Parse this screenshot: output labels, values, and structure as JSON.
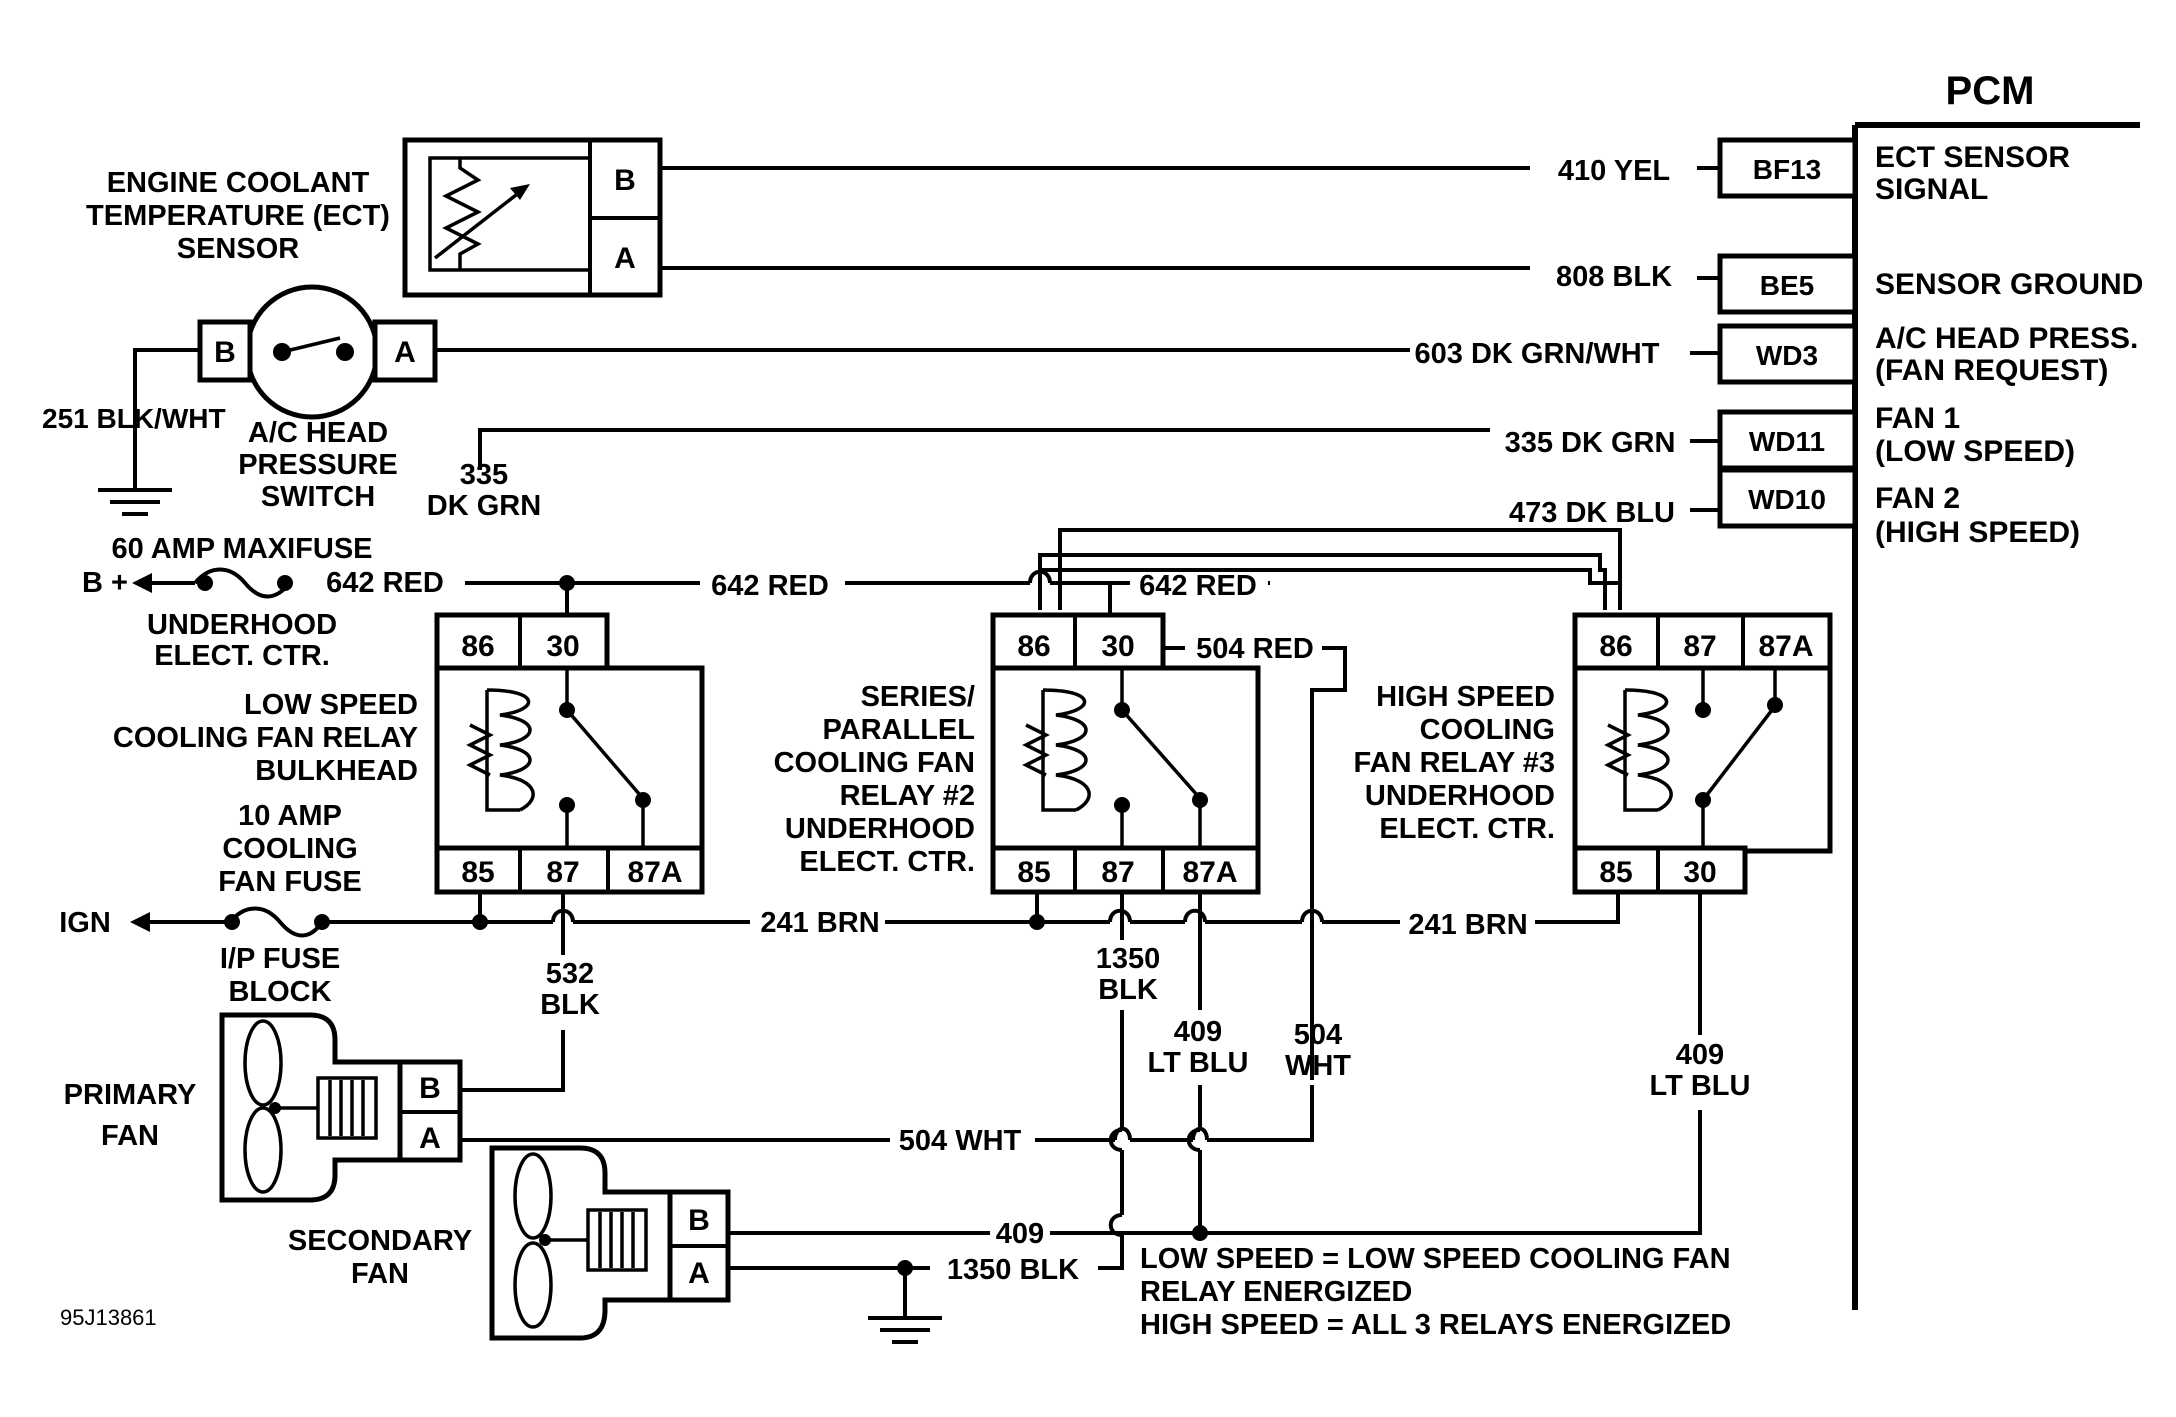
{
  "pcm": {
    "title": "PCM",
    "pins": [
      {
        "id": "BF13",
        "wire": "410 YEL",
        "fn": [
          "ECT SENSOR",
          "SIGNAL"
        ]
      },
      {
        "id": "BE5",
        "wire": "808 BLK",
        "fn": [
          "SENSOR GROUND"
        ]
      },
      {
        "id": "WD3",
        "wire": "603 DK GRN/WHT",
        "fn": [
          "A/C HEAD PRESS.",
          "(FAN REQUEST)"
        ]
      },
      {
        "id": "WD11",
        "wire": "335 DK GRN",
        "fn": [
          "FAN 1",
          "(LOW SPEED)"
        ]
      },
      {
        "id": "WD10",
        "wire": "473 DK BLU",
        "fn": [
          "FAN 2",
          "(HIGH SPEED)"
        ]
      }
    ]
  },
  "ect_sensor": {
    "label": [
      "ENGINE COOLANT",
      "TEMPERATURE (ECT)",
      "SENSOR"
    ],
    "pins": [
      "B",
      "A"
    ]
  },
  "ac_switch": {
    "label": [
      "A/C HEAD",
      "PRESSURE",
      "SWITCH"
    ],
    "pins": [
      "B",
      "A"
    ],
    "ground_wire": "251 BLK/WHT"
  },
  "power": {
    "bplus": "B +",
    "maxifuse": "60 AMP MAXIFUSE",
    "underhood": [
      "UNDERHOOD",
      "ELECT. CTR."
    ],
    "red_wire_1": "642 RED",
    "red_wire_2": "642 RED",
    "red_wire_3": "642 RED",
    "ign": "IGN",
    "fan_fuse": [
      "10 AMP",
      "COOLING",
      "FAN FUSE"
    ],
    "ip_fuse": [
      "I/P FUSE",
      "BLOCK"
    ],
    "brn_wire_1": "241 BRN",
    "brn_wire_2": "241 BRN",
    "dk_grn": [
      "335",
      "DK GRN"
    ]
  },
  "relays": {
    "relay1": {
      "label": [
        "LOW SPEED",
        "COOLING FAN RELAY",
        "BULKHEAD"
      ],
      "top_pins": [
        "86",
        "30"
      ],
      "bottom_pins": [
        "85",
        "87",
        "87A"
      ]
    },
    "relay2": {
      "label": [
        "SERIES/",
        "PARALLEL",
        "COOLING FAN",
        "RELAY #2",
        "UNDERHOOD",
        "ELECT. CTR."
      ],
      "top_pins": [
        "86",
        "30"
      ],
      "bottom_pins": [
        "85",
        "87",
        "87A"
      ],
      "red_wire": "504 RED"
    },
    "relay3": {
      "label": [
        "HIGH SPEED",
        "COOLING",
        "FAN RELAY #3",
        "UNDERHOOD",
        "ELECT. CTR."
      ],
      "top_pins": [
        "86",
        "87",
        "87A"
      ],
      "bottom_pins": [
        "85",
        "30"
      ]
    }
  },
  "wires": {
    "blk_532": [
      "532",
      "BLK"
    ],
    "blk_1350": [
      "1350",
      "BLK"
    ],
    "ltblu_409_a": [
      "409",
      "LT BLU"
    ],
    "wht_504": [
      "504",
      "WHT"
    ],
    "ltblu_409_b": [
      "409",
      "LT BLU"
    ],
    "wht_504_run": "504 WHT",
    "run_409": "409",
    "blk_1350_run": "1350 BLK"
  },
  "fans": {
    "primary": {
      "label": [
        "PRIMARY",
        "FAN"
      ],
      "pins": [
        "B",
        "A"
      ]
    },
    "secondary": {
      "label": [
        "SECONDARY",
        "FAN"
      ],
      "pins": [
        "B",
        "A"
      ]
    }
  },
  "notes": [
    "LOW SPEED = LOW SPEED COOLING FAN",
    "RELAY ENERGIZED",
    "HIGH SPEED = ALL 3 RELAYS ENERGIZED"
  ],
  "figure_id": "95J13861"
}
